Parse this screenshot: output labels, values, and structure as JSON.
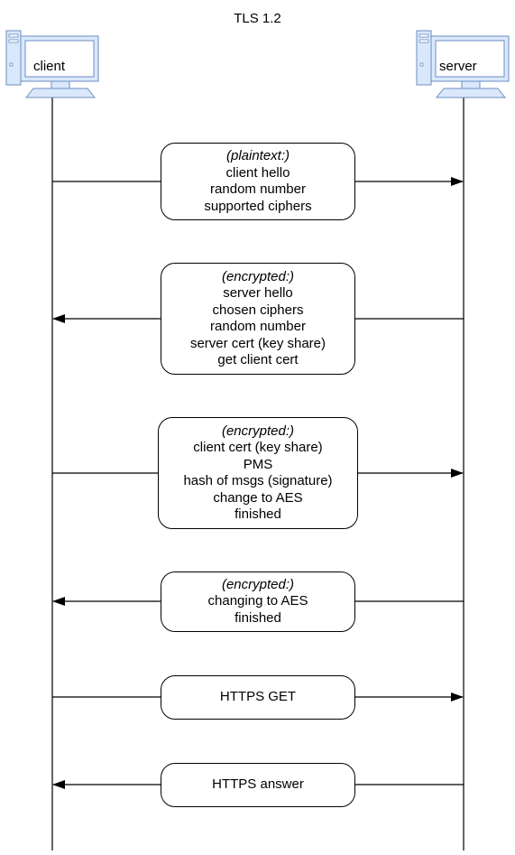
{
  "title": "TLS 1.2",
  "nodes": {
    "client": "client",
    "server": "server"
  },
  "colors": {
    "line": "#000000",
    "computer_fill": "#dae8fc",
    "computer_stroke": "#6c8ebf",
    "box_fill": "#ffffff"
  },
  "messages": [
    {
      "direction": "client-to-server",
      "note": "(plaintext:)",
      "lines": [
        "client hello",
        "random number",
        "supported ciphers"
      ]
    },
    {
      "direction": "server-to-client",
      "note": "(encrypted:)",
      "lines": [
        "server hello",
        "chosen ciphers",
        "random number",
        "server cert (key share)",
        "get client cert"
      ]
    },
    {
      "direction": "client-to-server",
      "note": "(encrypted:)",
      "lines": [
        "client cert (key share)",
        "PMS",
        "hash of msgs (signature)",
        "change to AES",
        "finished"
      ]
    },
    {
      "direction": "server-to-client",
      "note": "(encrypted:)",
      "lines": [
        "changing to AES",
        "finished"
      ]
    },
    {
      "direction": "client-to-server",
      "note": "",
      "lines": [
        "HTTPS GET"
      ]
    },
    {
      "direction": "server-to-client",
      "note": "",
      "lines": [
        "HTTPS answer"
      ]
    }
  ]
}
